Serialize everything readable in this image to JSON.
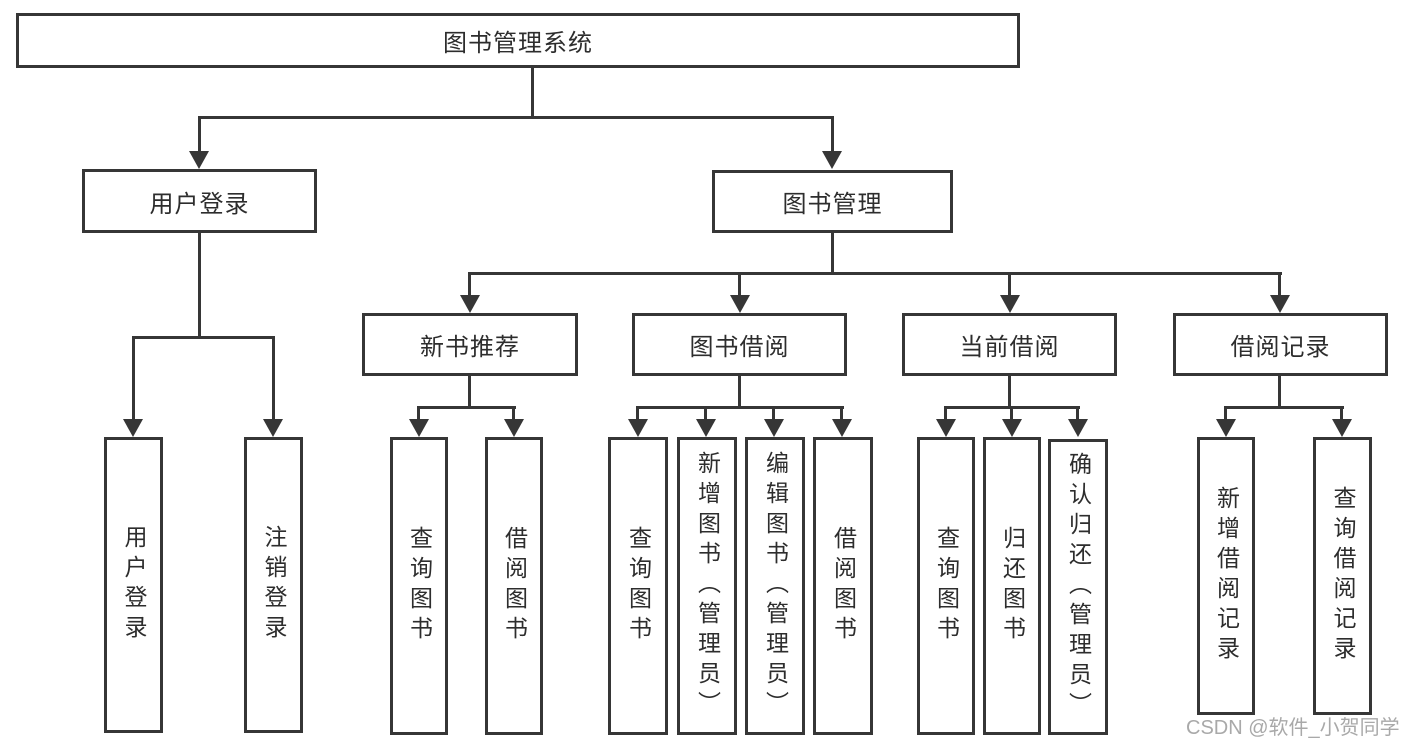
{
  "diagram": {
    "root": {
      "label": "图书管理系统"
    },
    "level2": [
      {
        "label": "用户登录",
        "children": [
          {
            "label": "用户登录"
          },
          {
            "label": "注销登录"
          }
        ]
      },
      {
        "label": "图书管理",
        "children": [
          {
            "label": "新书推荐",
            "children": [
              {
                "label": "查询图书"
              },
              {
                "label": "借阅图书"
              }
            ]
          },
          {
            "label": "图书借阅",
            "children": [
              {
                "label": "查询图书"
              },
              {
                "label": "新增图书（管理员）"
              },
              {
                "label": "编辑图书（管理员）"
              },
              {
                "label": "借阅图书"
              }
            ]
          },
          {
            "label": "当前借阅",
            "children": [
              {
                "label": "查询图书"
              },
              {
                "label": "归还图书"
              },
              {
                "label": "确认归还（管理员）"
              }
            ]
          },
          {
            "label": "借阅记录",
            "children": [
              {
                "label": "新增借阅记录"
              },
              {
                "label": "查询借阅记录"
              }
            ]
          }
        ]
      }
    ]
  },
  "watermark": {
    "text": "CSDN @软件_小贺同学"
  },
  "colors": {
    "line": "#363636",
    "box_border": "#363636",
    "text": "#2d2d2d",
    "watermark": "#a9a9a9",
    "background": "#ffffff"
  }
}
